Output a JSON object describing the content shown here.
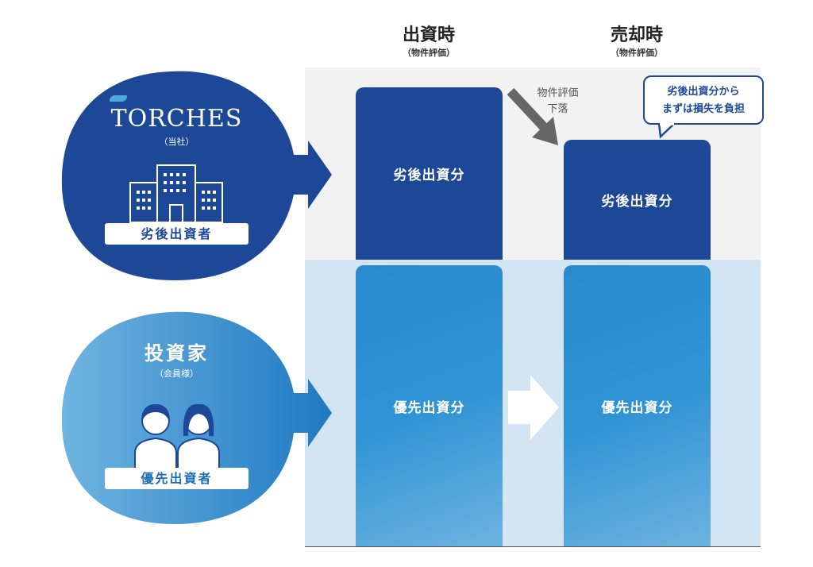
{
  "columns": [
    {
      "title": "出資時",
      "subtitle": "（物件評価）"
    },
    {
      "title": "売却時",
      "subtitle": "（物件評価）"
    }
  ],
  "torches": {
    "logo": "TORCHES",
    "note": "（当社）",
    "role": "劣後出資者"
  },
  "investor": {
    "title": "投資家",
    "note": "（会員様）",
    "role": "優先出資者"
  },
  "bars": {
    "sub_start": "劣後出資分",
    "sub_end": "劣後出資分",
    "senior_start": "優先出資分",
    "senior_end": "優先出資分"
  },
  "drop_label": [
    "物件評価",
    "下落"
  ],
  "callout": [
    "劣後出資分から",
    "まずは損失を負担"
  ],
  "colors": {
    "dark": "#1d4897",
    "light": "#2f93d4",
    "grey_panel": "#f2f2f2",
    "blue_panel": "#d3e4f2"
  }
}
